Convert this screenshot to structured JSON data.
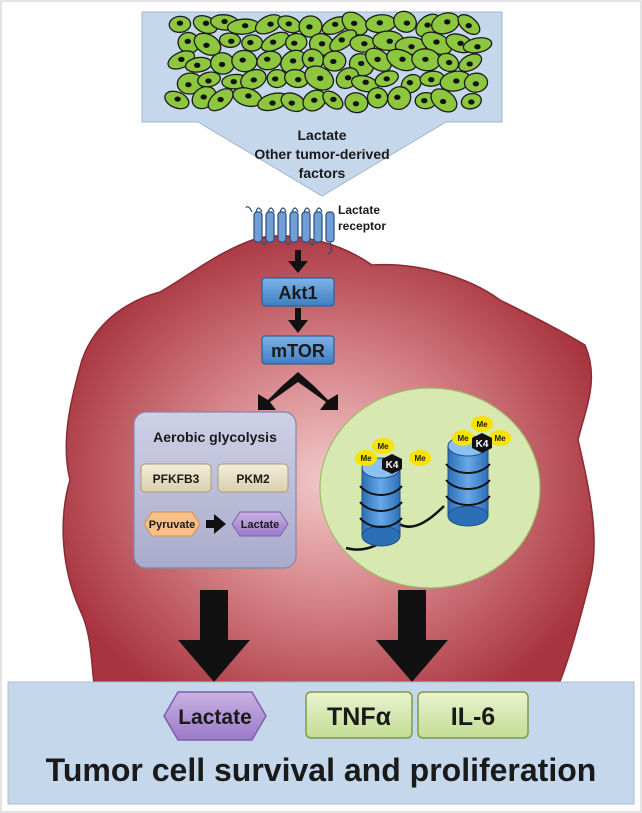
{
  "funnel": {
    "line1": "Lactate",
    "line2": "Other tumor-derived",
    "line3": "factors"
  },
  "receptor": {
    "label_line1": "Lactate",
    "label_line2": "receptor"
  },
  "pathway": {
    "akt": "Akt1",
    "mtor": "mTOR"
  },
  "glycolysis": {
    "title": "Aerobic glycolysis",
    "enzyme1": "PFKFB3",
    "enzyme2": "PKM2",
    "substrate": "Pyruvate",
    "product": "Lactate"
  },
  "nucleus": {
    "mark_left": "K4",
    "mark_right": "K4",
    "methyl": "Me"
  },
  "outputs": {
    "lactate": "Lactate",
    "tnf": "TNFα",
    "il6": "IL-6",
    "caption": "Tumor cell survival and proliferation"
  },
  "colors": {
    "tumor_cell": "#8dc63f",
    "macrophage": "#b5444c",
    "pathway_box": "#5b9bd5",
    "glycolysis_panel": "#b7b9d4",
    "nucleus": "#d7e8b0",
    "output_band": "#c5d7ea"
  }
}
